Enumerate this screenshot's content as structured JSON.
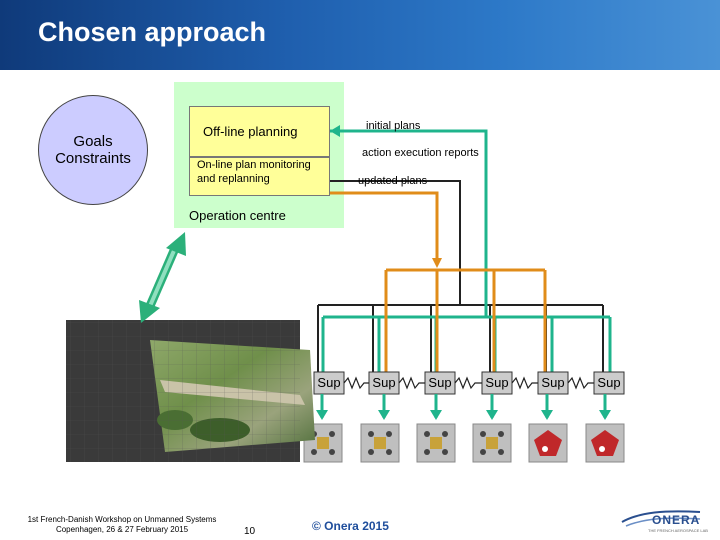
{
  "header": {
    "title": "Chosen approach"
  },
  "goals": {
    "line1": "Goals",
    "line2": "Constraints"
  },
  "operation_centre": {
    "label": "Operation centre",
    "offline": "Off-line planning",
    "online_line1": "On-line plan monitoring",
    "online_line2": "and replanning"
  },
  "flows": {
    "initial_plans": "initial plans",
    "action_reports": "action execution reports",
    "updated_plans": "updated plans"
  },
  "supervisors": [
    {
      "label": "Sup"
    },
    {
      "label": "Sup"
    },
    {
      "label": "Sup"
    },
    {
      "label": "Sup"
    },
    {
      "label": "Sup"
    },
    {
      "label": "Sup"
    }
  ],
  "vehicles": [
    {
      "kind": "rover"
    },
    {
      "kind": "rover"
    },
    {
      "kind": "rover"
    },
    {
      "kind": "rover"
    },
    {
      "kind": "helicopter"
    },
    {
      "kind": "helicopter"
    }
  ],
  "footer": {
    "workshop_line1": "1st French-Danish Workshop on Unmanned Systems",
    "workshop_line2": "Copenhagen, 26 & 27 February 2015",
    "page_number": "10",
    "copyright": "© Onera 2015",
    "logo": "ONERA",
    "logo_tagline": "THE FRENCH AEROSPACE LAB"
  },
  "colors": {
    "header": "#1f5fae",
    "goals_fill": "#ccccff",
    "operation_centre": "#ccffcc",
    "planner_box": "#ffff99",
    "initial_plans_wire": "#1fb48c",
    "updated_plans_wire": "#e08c1a",
    "report_wire": "#222222",
    "uplink_arrow": "#2bb07a"
  }
}
